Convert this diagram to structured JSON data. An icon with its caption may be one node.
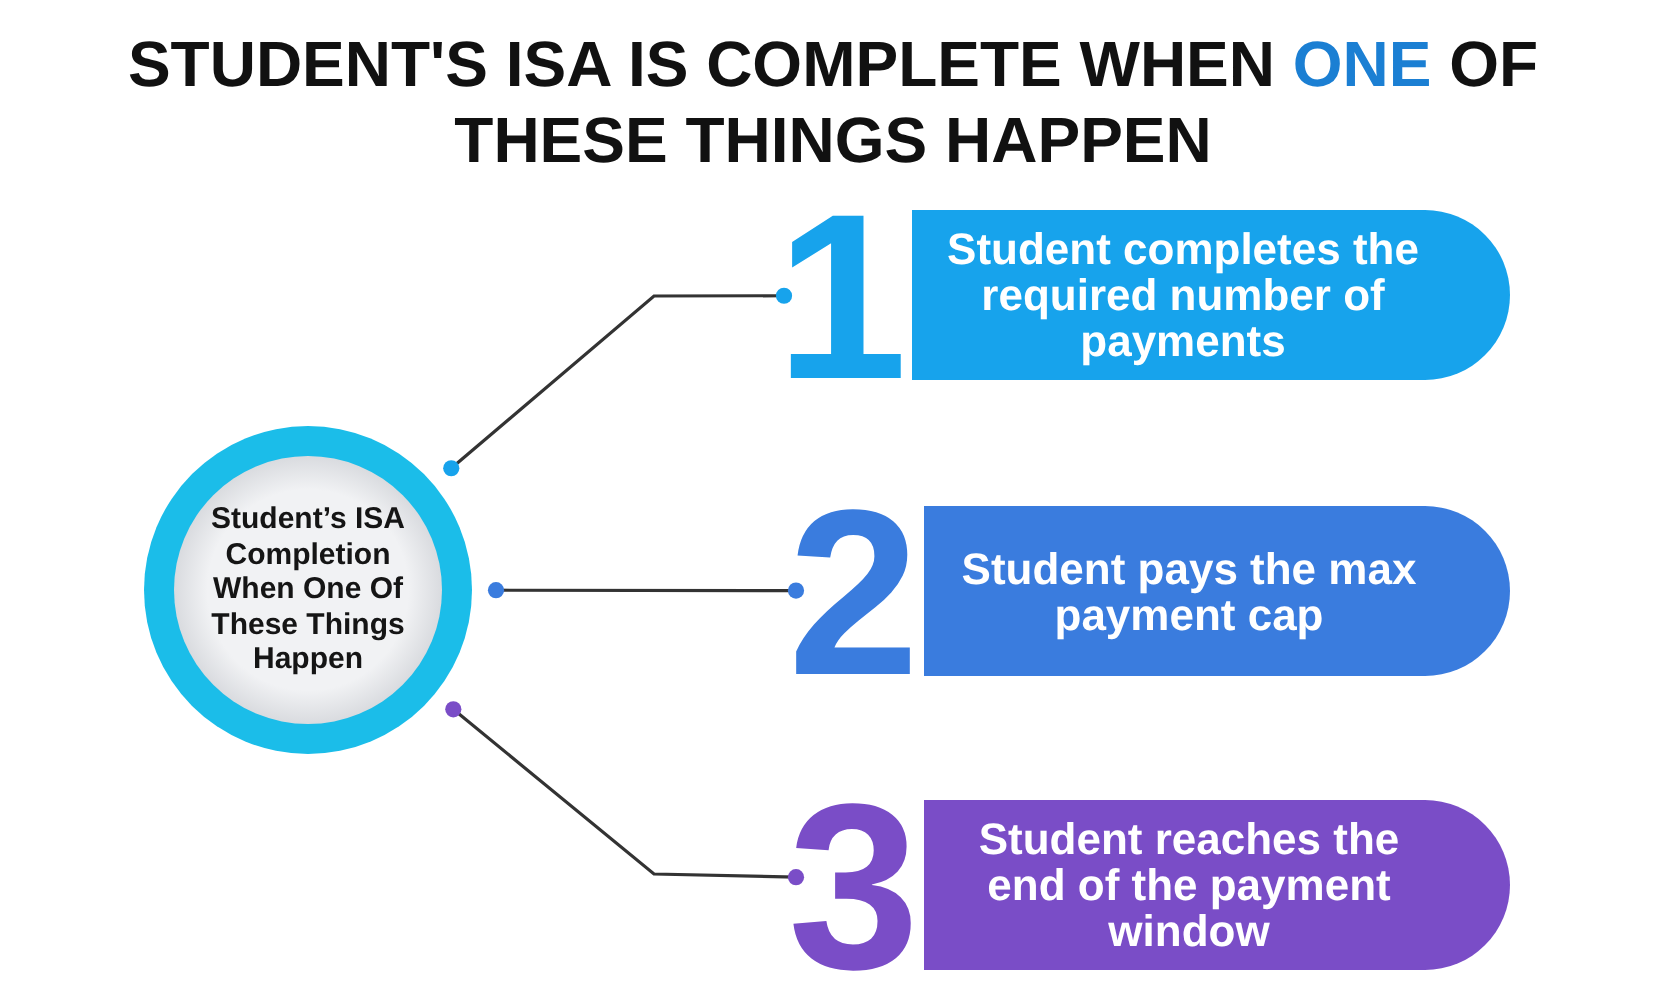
{
  "diagram": {
    "title": "STUDENT'S ISA IS COMPLETE WHEN *ONE* OF THESE THINGS HAPPEN",
    "nodes": [
      {
        "text": [
          "Student’s ISA Completion When One Of These Things Happen"
        ]
      },
      {
        "text": [
          "1",
          "Student completes the required number of payments"
        ]
      },
      {
        "text": [
          "2",
          "Student pays the max payment cap"
        ]
      },
      {
        "text": [
          "3",
          "Student reaches the end of the payment window"
        ]
      }
    ],
    "edges": [
      {
        "from": 0,
        "to": 1,
        "arrow": "other"
      },
      {
        "from": 0,
        "to": 2,
        "arrow": "other"
      },
      {
        "from": 0,
        "to": 3,
        "arrow": "other"
      }
    ]
  }
}
